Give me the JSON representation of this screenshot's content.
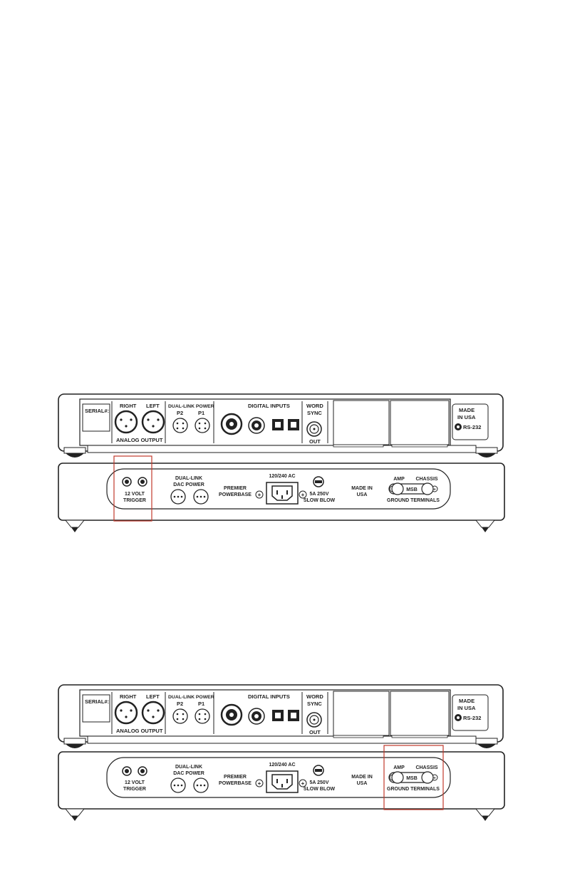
{
  "top_unit": {
    "serial_label": "SERIAL#:",
    "right_label": "RIGHT",
    "left_label": "LEFT",
    "analog_output_label": "ANALOG OUTPUT",
    "dual_link_power_label": "DUAL-LINK POWER",
    "p2_label": "P2",
    "p1_label": "P1",
    "digital_inputs_label": "DIGITAL INPUTS",
    "word_label": "WORD",
    "sync_label": "SYNC",
    "out_label": "OUT",
    "made_label": "MADE",
    "in_usa_label": "IN USA",
    "rs232_label": "RS-232"
  },
  "powerbase": {
    "trigger_line1": "12 VOLT",
    "trigger_line2": "TRIGGER",
    "dac_power_line1": "DUAL-LINK",
    "dac_power_line2": "DAC POWER",
    "premier_line1": "PREMIER",
    "premier_line2": "POWERBASE",
    "ac_label": "120/240 AC",
    "fuse_line1": "5A 250V",
    "fuse_line2": "SLOW BLOW",
    "made_line1": "MADE IN",
    "made_line2": "USA",
    "amp_label": "AMP",
    "chassis_label": "CHASSIS",
    "msb_label": "MSB",
    "ground_label": "GROUND TERMINALS",
    "plus_symbol": "+",
    "minus_symbol": "−"
  },
  "highlights": [
    {
      "target": "12-volt-trigger",
      "color": "#c0392b"
    },
    {
      "target": "ground-terminals",
      "color": "#c0392b"
    }
  ]
}
